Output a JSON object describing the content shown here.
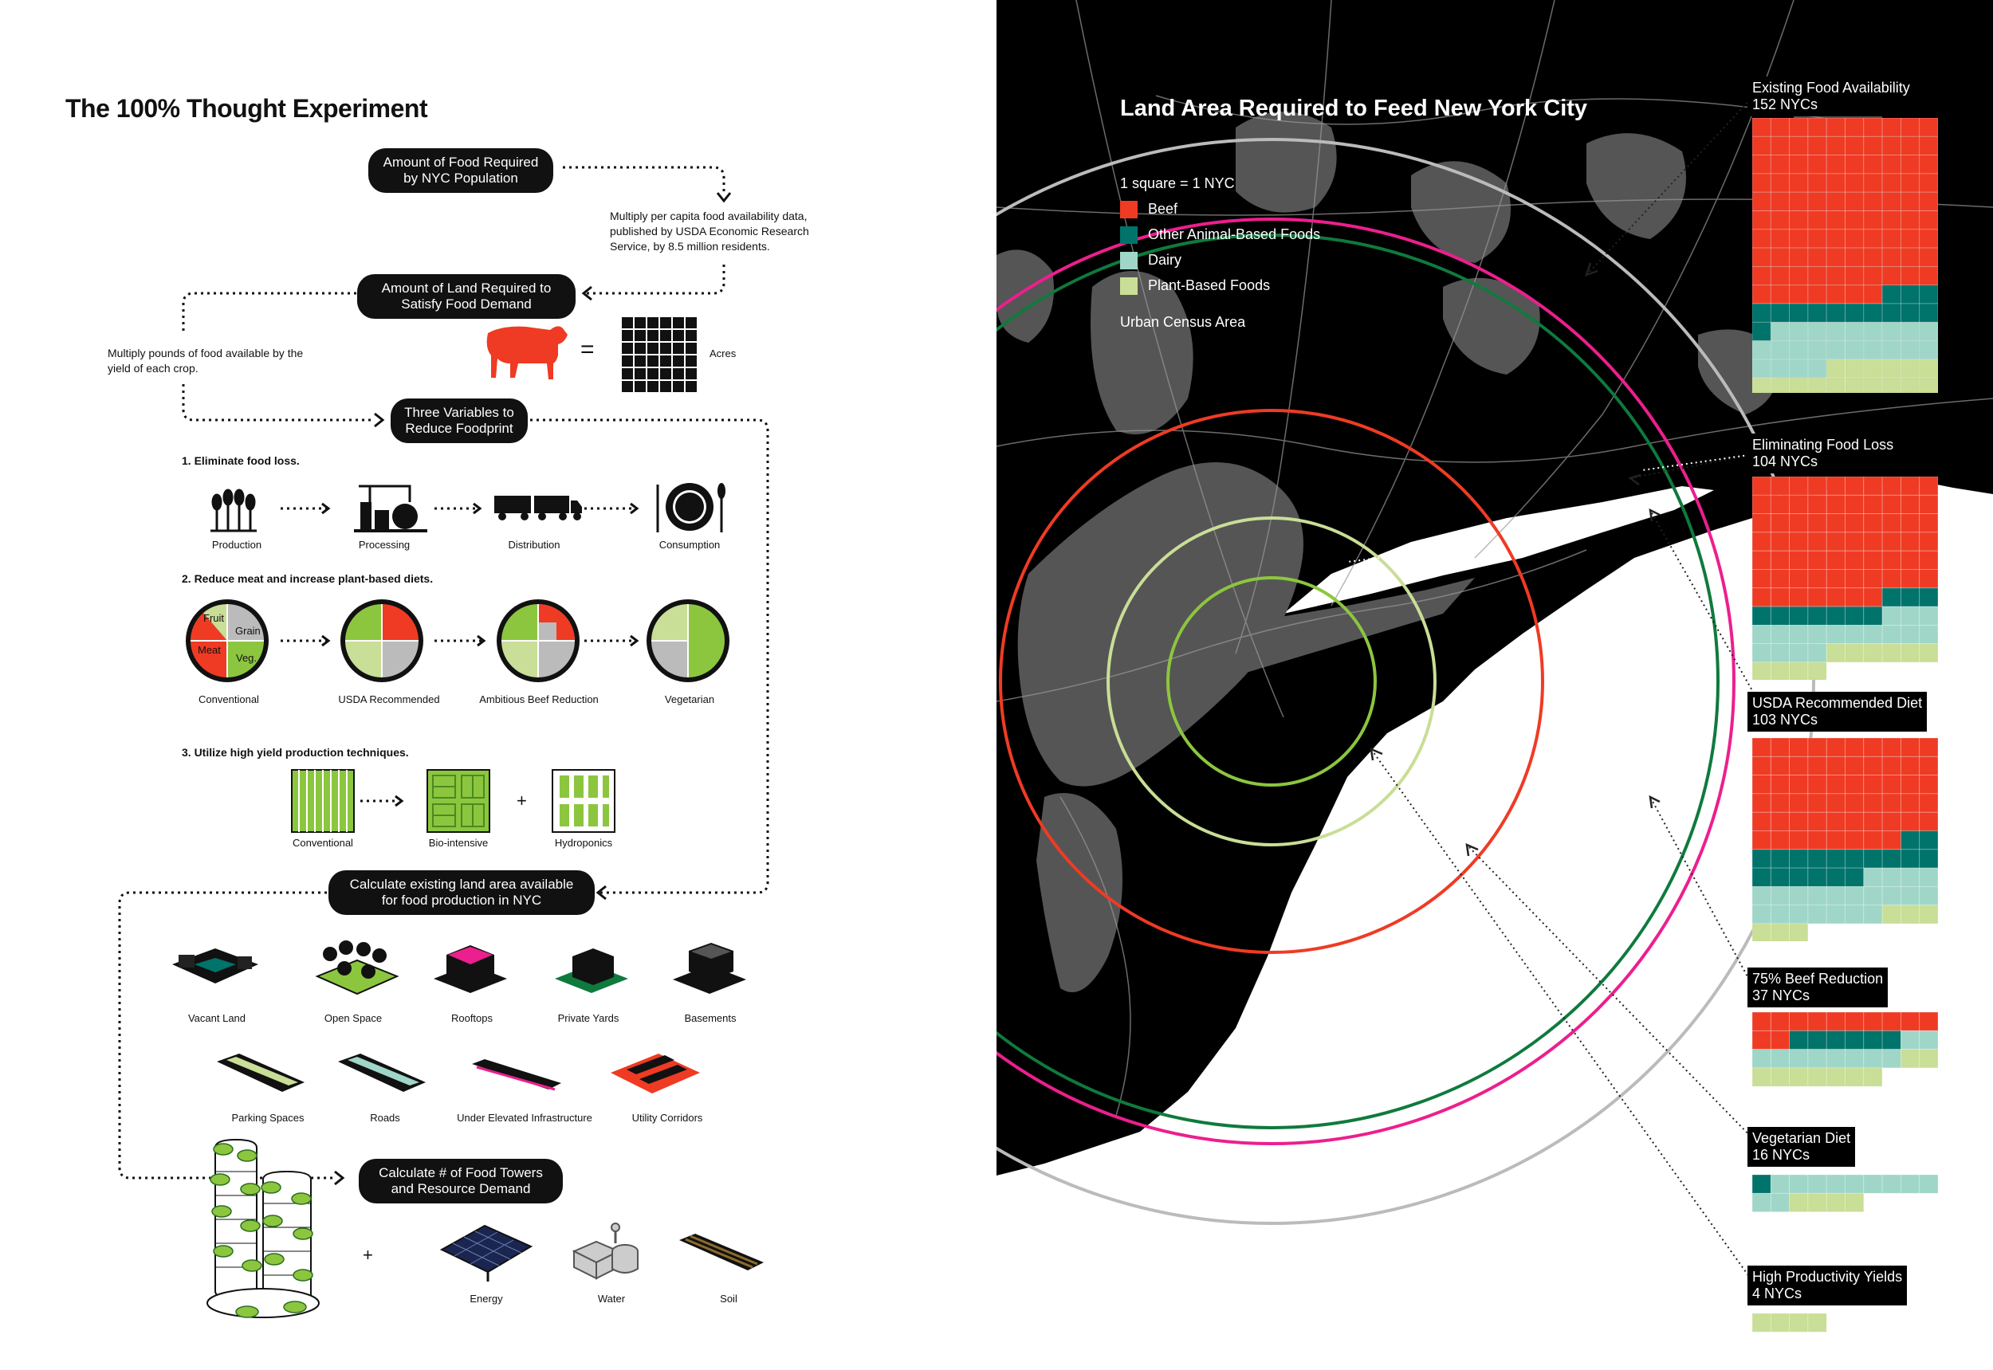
{
  "left": {
    "title": "The 100% Thought Experiment",
    "pills": {
      "p1": "Amount of Food Required by NYC Population",
      "p2": "Amount of Land Required to Satisfy Food Demand",
      "p3": "Three Variables to Reduce Foodprint",
      "p4": "Calculate existing land area available for food production in NYC",
      "p5": "Calculate # of Food Towers and Resource Demand"
    },
    "notes": {
      "n1": "Multiply per capita food availability data, published by USDA Economic Research Service, by 8.5 million residents.",
      "n2": "Multiply pounds of food available by the yield of each crop.",
      "acres": "Acres",
      "equals": "="
    },
    "sections": {
      "s1": "1. Eliminate food loss.",
      "s2": "2. Reduce meat and increase plant-based diets.",
      "s3": "3. Utilize high yield production techniques."
    },
    "stages": [
      "Production",
      "Processing",
      "Distribution",
      "Consumption"
    ],
    "diets": [
      "Conventional",
      "USDA Recommended",
      "Ambitious Beef Reduction",
      "Vegetarian"
    ],
    "pie_labels": {
      "fruit": "Fruit",
      "grain": "Grain",
      "meat": "Meat",
      "veg": "Veg."
    },
    "techniques": [
      "Conventional",
      "Bio-intensive",
      "Hydroponics"
    ],
    "land_types_row1": [
      "Vacant Land",
      "Open Space",
      "Rooftops",
      "Private Yards",
      "Basements"
    ],
    "land_types_row2": [
      "Parking Spaces",
      "Roads",
      "Under Elevated Infrastructure",
      "Utility Corridors"
    ],
    "resources": [
      "Energy",
      "Water",
      "Soil"
    ],
    "plus": "+"
  },
  "map": {
    "title": "Land Area Required to Feed New York City",
    "legend": {
      "unit": "1 square = 1 NYC",
      "items": [
        {
          "label": "Beef",
          "color": "#ef3b24"
        },
        {
          "label": "Other Animal-Based Foods",
          "color": "#00736b"
        },
        {
          "label": "Dairy",
          "color": "#9fd6c8"
        },
        {
          "label": "Plant-Based Foods",
          "color": "#c9de96"
        }
      ],
      "urban_label": "Urban Census Area",
      "urban_color": "#555555"
    },
    "scenarios": [
      {
        "name": "Existing Food Availability",
        "value": "152 NYCs",
        "total": 152,
        "beef": 97,
        "other": 14,
        "dairy": 23,
        "plant": 18,
        "ring_color": "#bbbbbb"
      },
      {
        "name": "Eliminating Food Loss",
        "value": "104 NYCs",
        "total": 104,
        "beef": 67,
        "other": 10,
        "dairy": 17,
        "plant": 10,
        "ring_color": "#ec1f8e"
      },
      {
        "name": "USDA Recommended Diet",
        "value": "103 NYCs",
        "total": 103,
        "beef": 58,
        "other": 18,
        "dairy": 21,
        "plant": 6,
        "ring_color": "#0f7a3e"
      },
      {
        "name": "75% Beef Reduction",
        "value": "37 NYCs",
        "total": 37,
        "beef": 12,
        "other": 6,
        "dairy": 10,
        "plant": 9,
        "ring_color": "#ef3b24"
      },
      {
        "name": "Vegetarian Diet",
        "value": "16 NYCs",
        "total": 16,
        "beef": 0,
        "other": 1,
        "dairy": 11,
        "plant": 4,
        "ring_color": "#c9de96"
      },
      {
        "name": "High Productivity Yields",
        "value": "4 NYCs",
        "total": 4,
        "beef": 0,
        "other": 0,
        "dairy": 0,
        "plant": 4,
        "ring_color": "#8cc63f"
      }
    ]
  }
}
